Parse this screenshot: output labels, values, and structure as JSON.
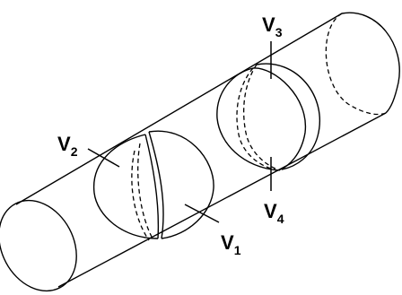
{
  "labels": {
    "v1": {
      "letter": "V",
      "sub": "1"
    },
    "v2": {
      "letter": "V",
      "sub": "2"
    },
    "v3": {
      "letter": "V",
      "sub": "3"
    },
    "v4": {
      "letter": "V",
      "sub": "4"
    }
  }
}
